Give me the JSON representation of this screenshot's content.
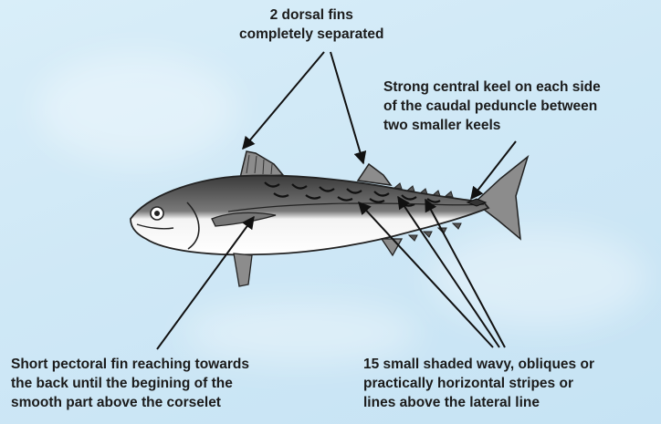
{
  "labels": {
    "dorsal_fins": [
      "2 dorsal fins",
      "completely separated"
    ],
    "caudal_keel": [
      "Strong central keel on each side",
      "of the caudal peduncle between",
      "two smaller keels"
    ],
    "pectoral_fin": [
      "Short pectoral fin reaching towards",
      "the back until the begining of the",
      "smooth part above the corselet"
    ],
    "stripes": [
      "15 small shaded wavy, obliques or",
      "practically horizontal stripes or",
      "lines above the lateral line"
    ]
  },
  "colors": {
    "background": "#cfe8f6",
    "ink": "#1b1b1b"
  },
  "icons": {
    "fish": "mackerel-fish-illustration"
  }
}
